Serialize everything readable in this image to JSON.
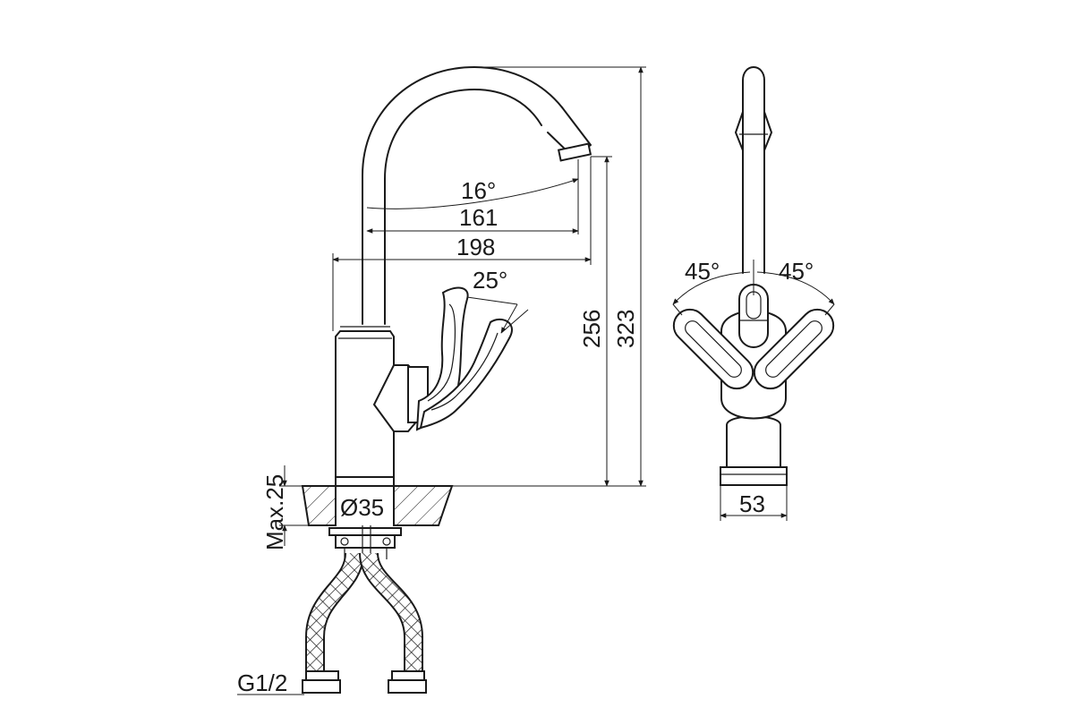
{
  "labels": {
    "angle_spout": "16°",
    "reach_spout": "161",
    "reach_total": "198",
    "angle_lever": "25°",
    "height_outlet": "256",
    "height_total": "323",
    "counter_thickness": "Max.25",
    "hole_diameter": "Ø35",
    "thread": "G1/2",
    "angle_left": "45°",
    "angle_right": "45°",
    "base_width": "53"
  },
  "colors": {
    "line": "#1a1a1a",
    "background": "#ffffff"
  }
}
